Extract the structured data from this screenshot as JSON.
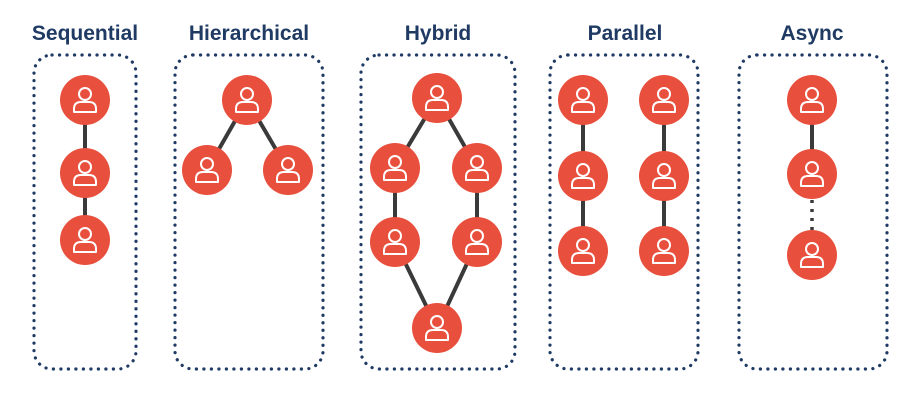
{
  "colors": {
    "background": "#ffffff",
    "title": "#1f3a63",
    "panel_border": "#1f3a63",
    "node_fill": "#e84f3d",
    "node_icon": "#ffffff",
    "edge": "#3a3a3a"
  },
  "panels": [
    {
      "id": "sequential",
      "title": "Sequential",
      "node_count": 3,
      "edges": "solid chain"
    },
    {
      "id": "hierarchical",
      "title": "Hierarchical",
      "node_count": 3,
      "edges": "one parent to two children"
    },
    {
      "id": "hybrid",
      "title": "Hybrid",
      "node_count": 6,
      "edges": "fan-out to two chains, fan-in to one"
    },
    {
      "id": "parallel",
      "title": "Parallel",
      "node_count": 6,
      "edges": "two independent solid chains"
    },
    {
      "id": "async",
      "title": "Async",
      "node_count": 3,
      "edges": "solid link then dotted link"
    }
  ],
  "icon": "person-icon"
}
